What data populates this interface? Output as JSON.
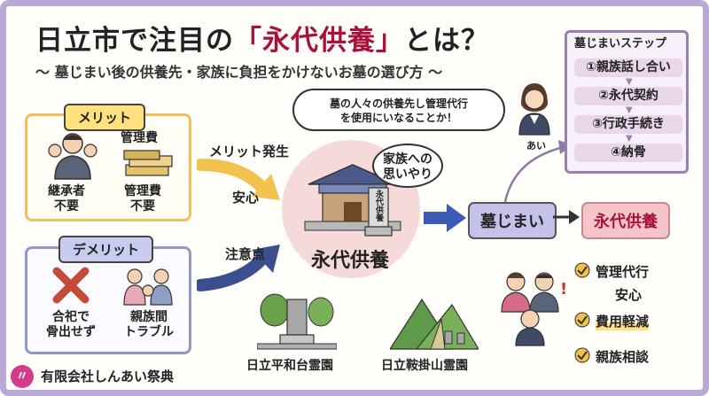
{
  "header": {
    "title_pre": "日立市で注目の",
    "title_highlight": "「永代供養」",
    "title_post": "とは？",
    "subtitle": "〜 墓じまい後の供養先・家族に負担をかけないお墓の選び方 〜"
  },
  "merit": {
    "label": "メリット",
    "items": [
      {
        "label": "継承者\n不要",
        "icon": "people-icon"
      },
      {
        "label": "管理費\n不要",
        "top_label": "管理費",
        "icon": "money-stack-icon"
      }
    ],
    "arrow_label_top": "メリット発生",
    "arrow_label_bottom": "安心"
  },
  "demerit": {
    "label": "デメリット",
    "items": [
      {
        "label": "合祀で\n骨出せず",
        "icon": "cross-icon"
      },
      {
        "label": "親族間\nトラブル",
        "icon": "family-icon"
      }
    ],
    "arrow_label": "注意点"
  },
  "center": {
    "label": "永代供養",
    "bubble": "家族への\n思いやり",
    "plaque": "永代供養"
  },
  "speech": {
    "text": "墓の人々の供養先し管理代行\nを使用にいなることか！",
    "person_name": "あい"
  },
  "flow": {
    "step1": "墓じまい",
    "step2": "永代供養"
  },
  "steps_panel": {
    "title": "墓じまいステップ",
    "steps": [
      "①親族話し合い",
      "②永代契約",
      "③行政手続き",
      "④納骨"
    ]
  },
  "benefits": [
    {
      "label": "管理代行",
      "sub": "安心"
    },
    {
      "label": "費用軽減"
    },
    {
      "label": "親族相談"
    }
  ],
  "graves": [
    {
      "label": "日立平和台霊園",
      "icon": "cemetery-icon"
    },
    {
      "label": "日立鞍掛山霊園",
      "icon": "mountain-icon"
    }
  ],
  "footer": {
    "company": "有限会社しんあい祭典",
    "logo_char": "〃"
  },
  "colors": {
    "accent": "#a8123d",
    "frame": "#b9a8d8",
    "merit": "#ffe17e",
    "demerit": "#c8cdef",
    "flow_purple": "#c5c2ea",
    "flow_pink": "#f4c4c8"
  }
}
